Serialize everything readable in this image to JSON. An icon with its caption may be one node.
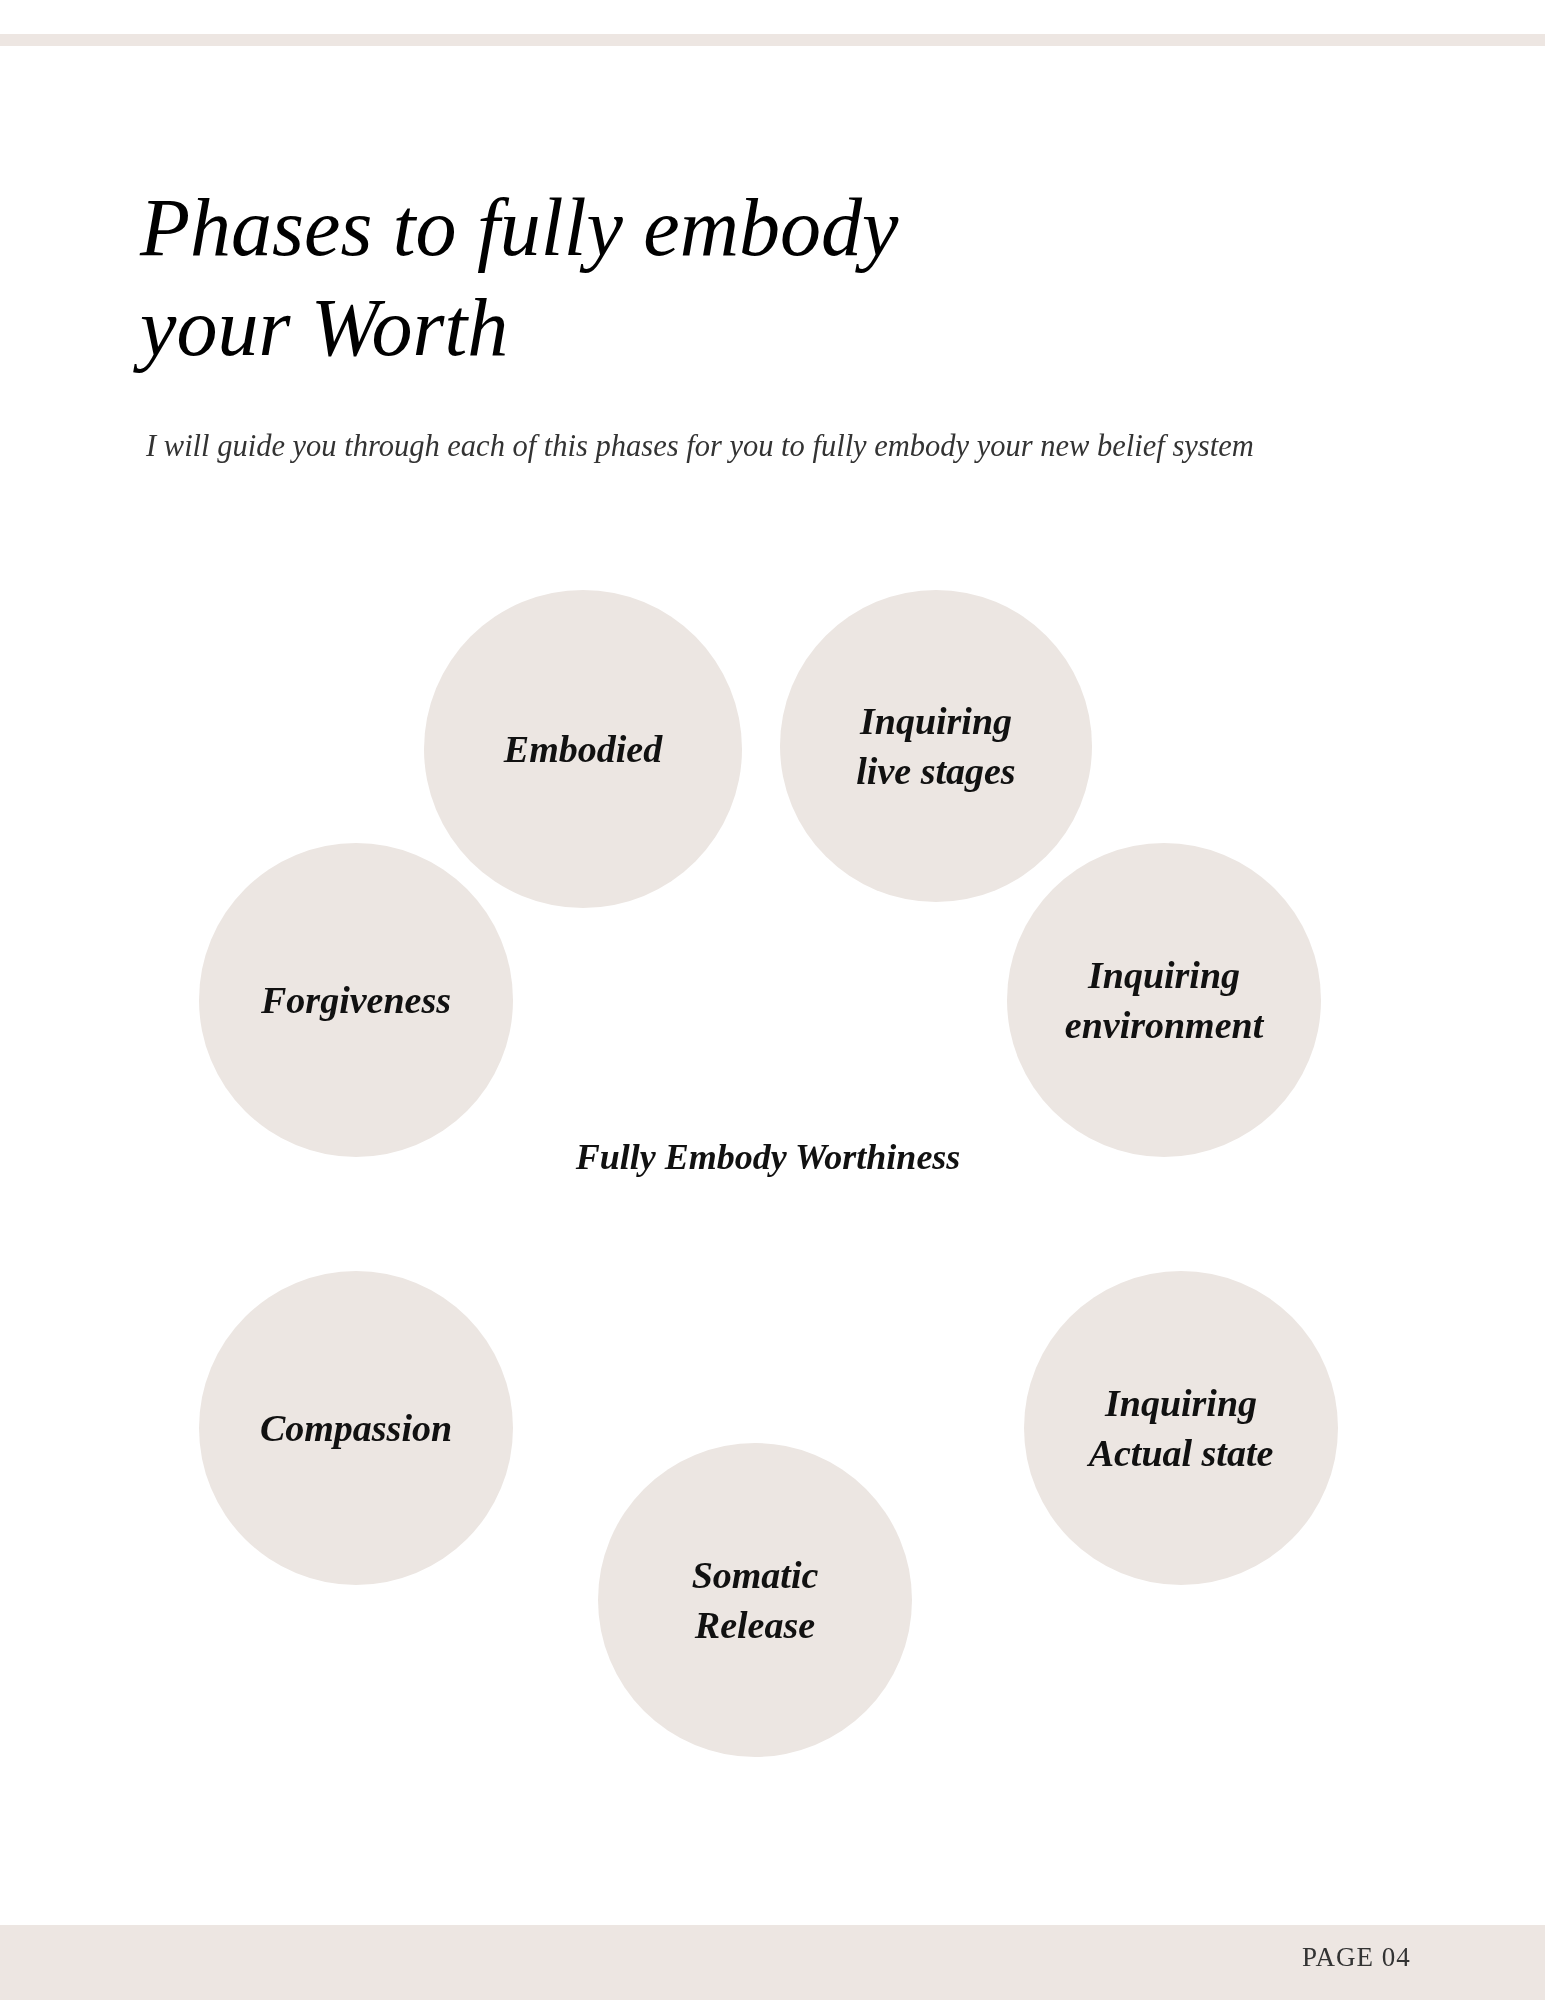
{
  "diagram": {
    "title": "Phases to fully embody your Worth",
    "nodes": [
      {
        "text": [
          "Embodied"
        ]
      },
      {
        "text": [
          "Inquiring live stages"
        ]
      },
      {
        "text": [
          "Forgiveness"
        ]
      },
      {
        "text": [
          "Inquiring environment"
        ]
      },
      {
        "text": [
          "Compassion"
        ]
      },
      {
        "text": [
          "Inquiring Actual state"
        ]
      },
      {
        "text": [
          "Somatic Release"
        ]
      }
    ],
    "edges": [],
    "labels": [
      "I will guide you through each of this phases for you to fully embody your new belief system",
      "Fully Embody Worthiness",
      "PAGE 04"
    ]
  }
}
